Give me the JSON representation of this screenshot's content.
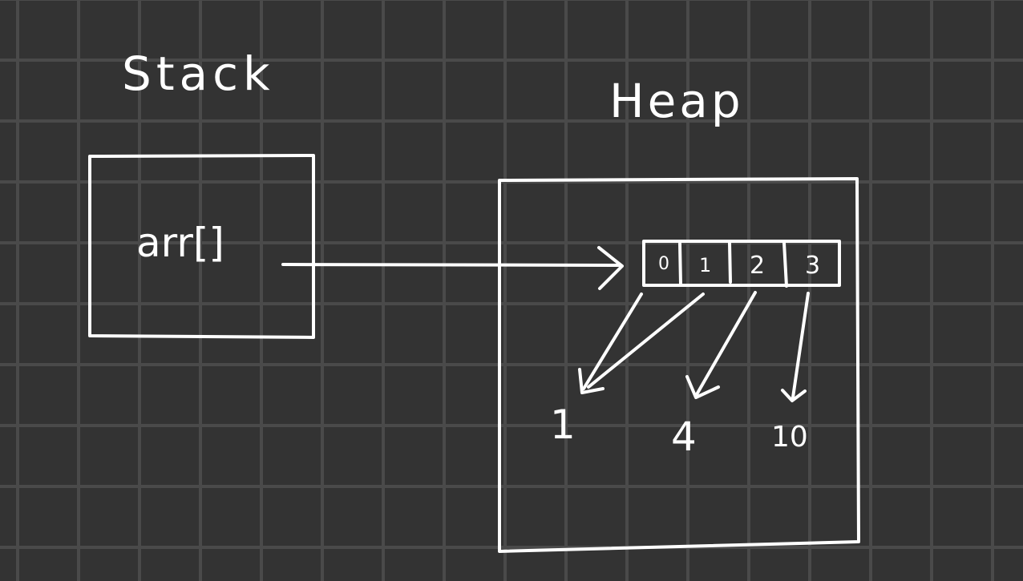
{
  "stack": {
    "title": "Stack",
    "variable": "arr[]"
  },
  "heap": {
    "title": "Heap",
    "indices": [
      "0",
      "1",
      "2",
      "3"
    ],
    "values": [
      "1",
      "4",
      "10"
    ]
  },
  "colors": {
    "background": "#333333",
    "grid": "#4a4a4a",
    "ink": "#ffffff"
  }
}
